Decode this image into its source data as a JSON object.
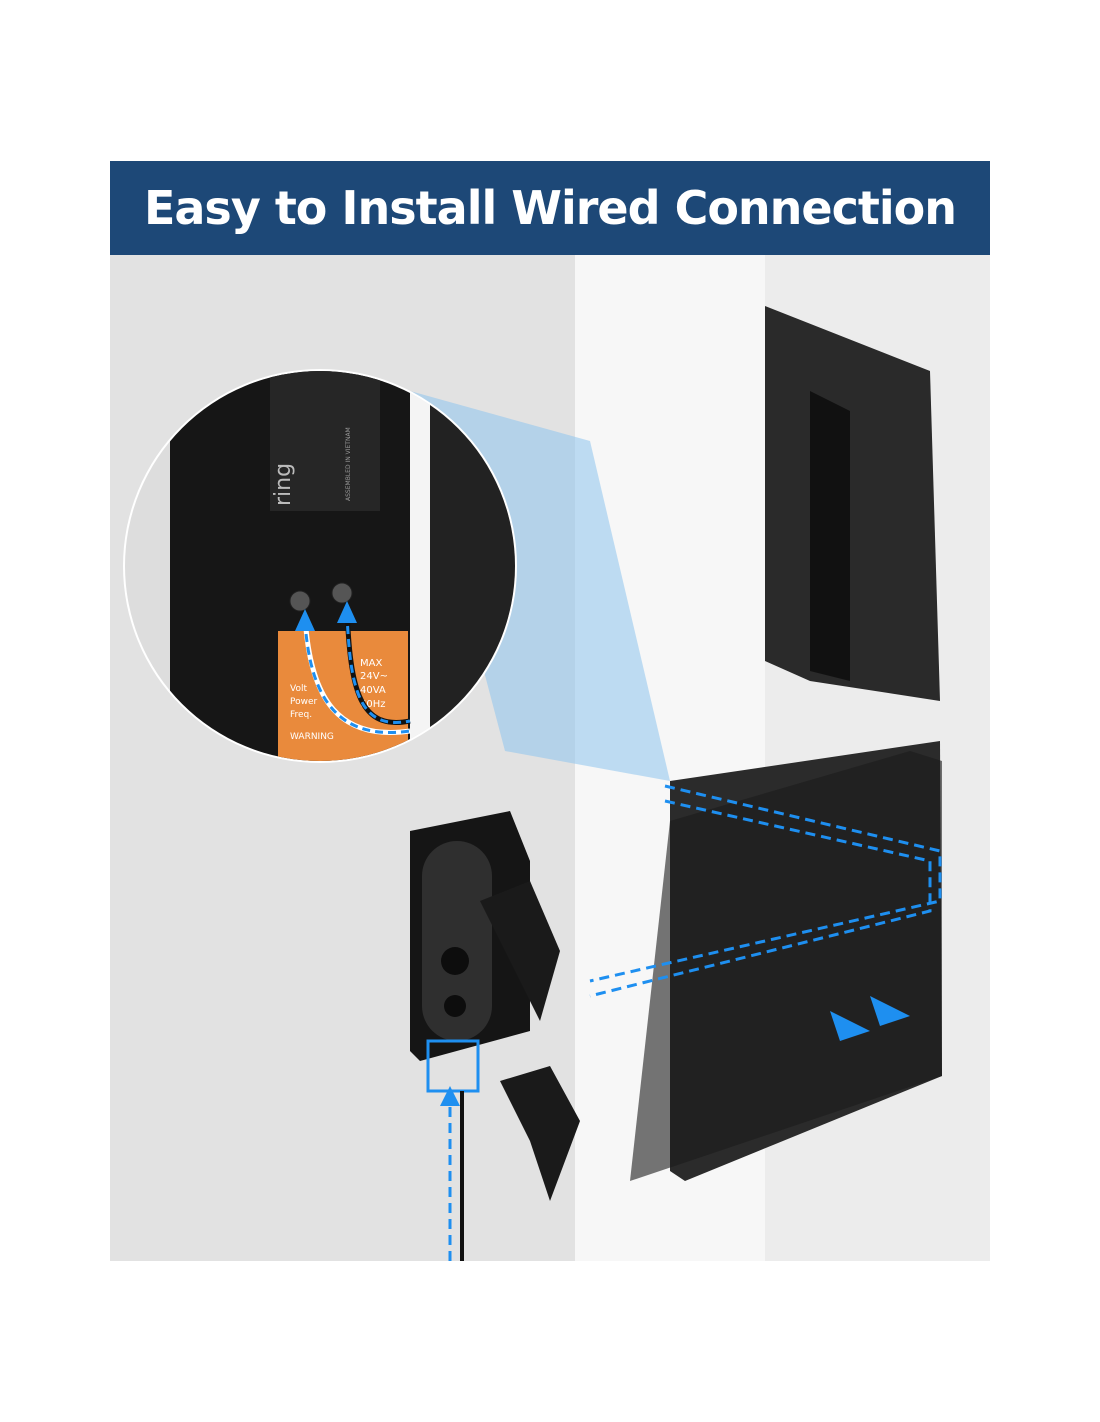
{
  "banner": {
    "title": "Easy to Install Wired Connection"
  },
  "label": {
    "brand": "ring",
    "made_in": "ASSEMBLED IN VIETNAM",
    "spec_header": "MAX",
    "voltage": "24V~",
    "power": "40VA",
    "freq": "60Hz",
    "rows": [
      "Volt",
      "Power",
      "Freq."
    ],
    "warning": "WARNING"
  },
  "colors": {
    "banner": "#1d4877",
    "arrow": "#1e8ff0",
    "label": "#e98a3c"
  }
}
